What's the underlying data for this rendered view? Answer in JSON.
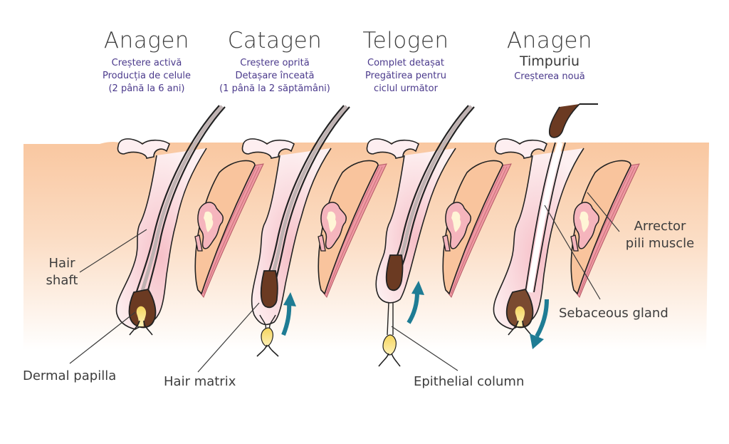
{
  "phases": [
    {
      "title": "Anagen",
      "lines": [
        "Creștere activă",
        "Producția de celule",
        "(2 până la 6 ani)"
      ]
    },
    {
      "title": "Catagen",
      "lines": [
        "Creștere oprită",
        "Detașare încеată",
        "(1 până la 2 săptămâni)"
      ]
    },
    {
      "title": "Telogen",
      "lines": [
        "Complet detașat",
        "Pregătirea pentru",
        "ciclul următor"
      ]
    },
    {
      "title": "Anagen",
      "subtitle": "Timpuriu",
      "lines": [
        "Creșterea nouă"
      ]
    }
  ],
  "labels": {
    "hair_shaft": [
      "Hair",
      "shaft"
    ],
    "dermal_papilla": "Dermal papilla",
    "hair_matrix": "Hair matrix",
    "epithelial_column": "Epithelial column",
    "arrector_pili": [
      "Arrector",
      "pili muscle"
    ],
    "sebaceous_gland": "Sebaceous gland"
  },
  "colors": {
    "skin_top": "#f9c9a3",
    "skin_bottom": "#ffffff",
    "follicle_fill": "#fbe4e6",
    "muscle": "#ef9aa3",
    "gland": "#fff6d9",
    "hair": "#6b3a22",
    "papilla": "#f3cc4b",
    "arrow": "#1e7c94",
    "title_text": "#3f3f3f",
    "subtitle_text": "#4b3a8c",
    "label_text": "#3d3d3d"
  }
}
